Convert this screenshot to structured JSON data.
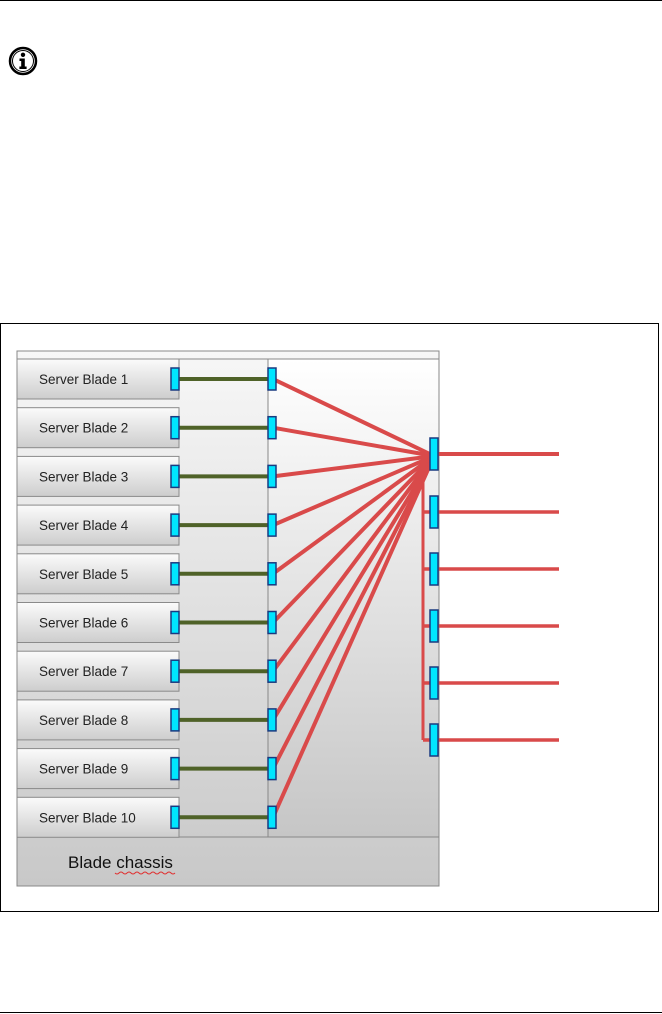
{
  "diagram": {
    "chassis_label": "Blade chassis",
    "blades": [
      "Server Blade 1",
      "Server Blade 2",
      "Server Blade 3",
      "Server Blade 4",
      "Server Blade 5",
      "Server Blade 6",
      "Server Blade 7",
      "Server Blade 8",
      "Server Blade 9",
      "Server Blade 10"
    ],
    "uplink_port_count": 6,
    "colors": {
      "blade_link": "#4f6228",
      "uplink": "#d94a4a",
      "port_fill": "#00e5ff",
      "port_stroke": "#1a3a80"
    }
  },
  "icons": {
    "note": "info-icon"
  }
}
